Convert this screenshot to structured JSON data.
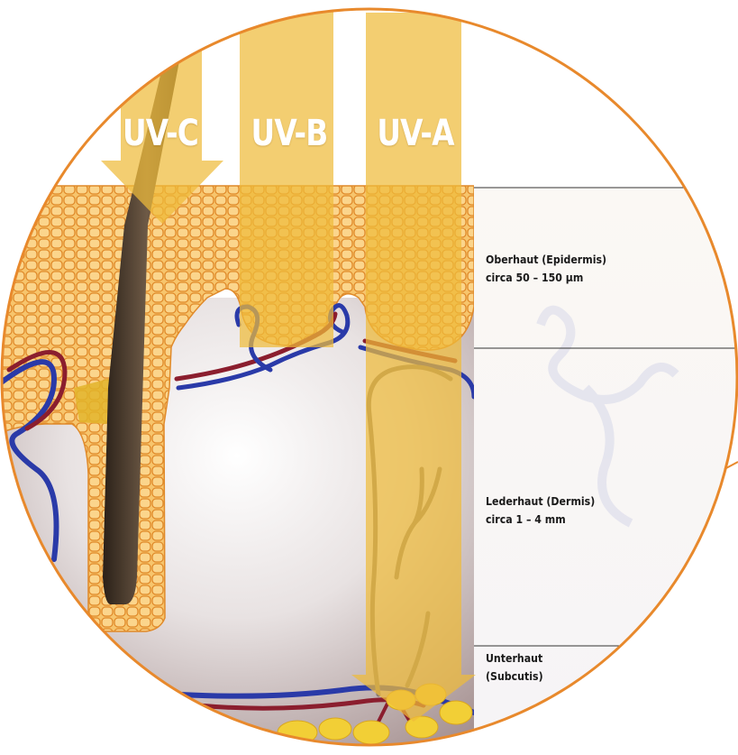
{
  "uv_bands": [
    {
      "label": "UV-C"
    },
    {
      "label": "UV-B"
    },
    {
      "label": "UV-A"
    }
  ],
  "layers": {
    "epidermis": {
      "name": "Oberhaut (Epidermis)",
      "thickness": "circa 50 – 150 µm"
    },
    "dermis": {
      "name": "Lederhaut (Dermis)",
      "thickness": "circa 1 – 4 mm"
    },
    "subcutis": {
      "name": "Unterhaut",
      "name_line2": "(Subcutis)"
    }
  },
  "colors": {
    "circle_outline": "#e8892c",
    "uv_beam": "#eebb3a",
    "skin_cells": "#f7c56c",
    "cell_outline": "#e08a2a",
    "dermis_tissue": "#b8a6a6",
    "artery": "#8b1e2e",
    "vein": "#2a3aa8",
    "fat": "#f2cf36",
    "divider": "#333333"
  }
}
